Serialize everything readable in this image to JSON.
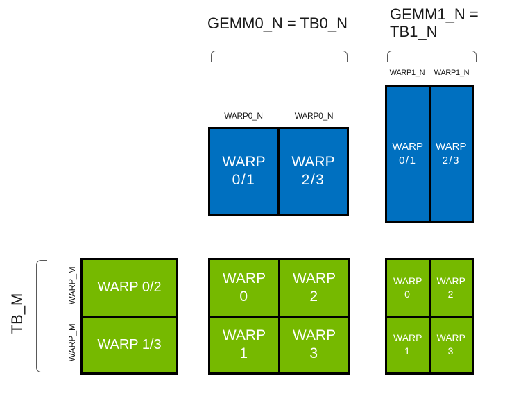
{
  "colors": {
    "blue": "#0070C0",
    "green": "#76B900",
    "border": "#000000",
    "bracket": "#595959",
    "label_text": "#1A1A1A",
    "cell_text": "#FFFFFF",
    "background": "#FFFFFF"
  },
  "headers": {
    "gemm0": "GEMM0_N = TB0_N",
    "gemm1_line1": "GEMM1_N =",
    "gemm1_line2": "TB1_N"
  },
  "column_labels": {
    "warp0_n_left": "WARP0_N",
    "warp0_n_right": "WARP0_N",
    "warp1_n_left": "WARP1_N",
    "warp1_n_right": "WARP1_N"
  },
  "row_labels": {
    "tb_m": "TB_M",
    "warp_m_top": "WARP_M",
    "warp_m_bottom": "WARP_M"
  },
  "blocks": {
    "gemm0_n_blue": {
      "cells": [
        {
          "line1": "WARP",
          "line2": "0/1"
        },
        {
          "line1": "WARP",
          "line2": "2/3"
        }
      ]
    },
    "gemm1_n_blue": {
      "cells": [
        {
          "line1": "WARP",
          "line2": "0/1"
        },
        {
          "line1": "WARP",
          "line2": "2/3"
        }
      ]
    },
    "tb_m_green": {
      "cells": [
        {
          "line1": "WARP 0/2"
        },
        {
          "line1": "WARP 1/3"
        }
      ]
    },
    "gemm0_out_green": {
      "cells": [
        {
          "line1": "WARP",
          "line2": "0"
        },
        {
          "line1": "WARP",
          "line2": "2"
        },
        {
          "line1": "WARP",
          "line2": "1"
        },
        {
          "line1": "WARP",
          "line2": "3"
        }
      ]
    },
    "gemm1_out_green": {
      "cells": [
        {
          "line1": "WARP",
          "line2": "0"
        },
        {
          "line1": "WARP",
          "line2": "2"
        },
        {
          "line1": "WARP",
          "line2": "1"
        },
        {
          "line1": "WARP",
          "line2": "3"
        }
      ]
    }
  }
}
